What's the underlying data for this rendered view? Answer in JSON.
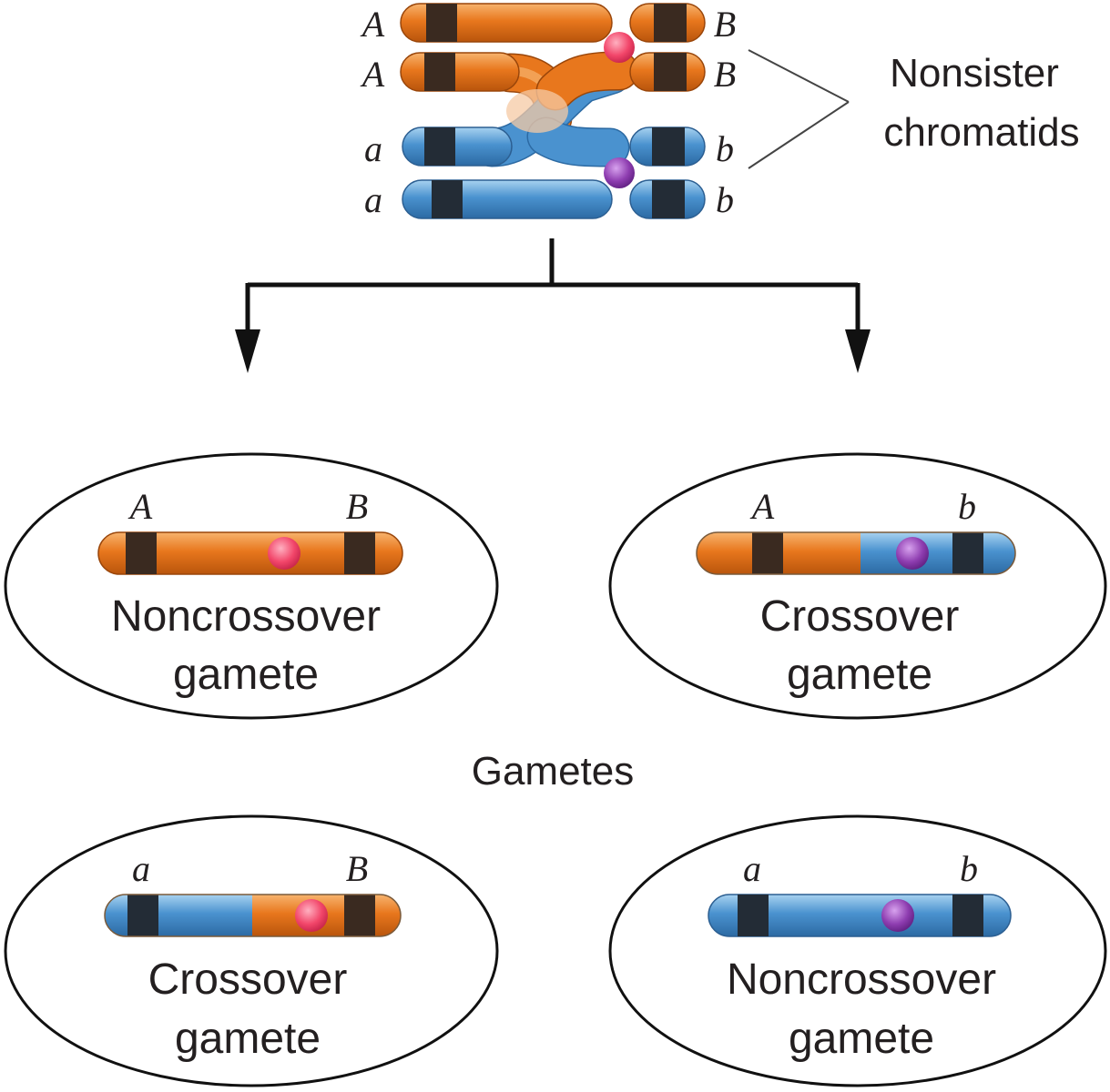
{
  "top_alleles": {
    "left": [
      "A",
      "A",
      "a",
      "a"
    ],
    "right": [
      "B",
      "B",
      "b",
      "b"
    ]
  },
  "nonsister_label": {
    "line1": "Nonsister",
    "line2": "chromatids"
  },
  "gametes_label": "Gametes",
  "gametes": [
    {
      "allele_left": "A",
      "allele_right": "B",
      "line1": "Noncrossover",
      "line2": "gamete"
    },
    {
      "allele_left": "A",
      "allele_right": "b",
      "line1": "Crossover",
      "line2": "gamete"
    },
    {
      "allele_left": "a",
      "allele_right": "B",
      "line1": "Crossover",
      "line2": "gamete"
    },
    {
      "allele_left": "a",
      "allele_right": "b",
      "line1": "Noncrossover",
      "line2": "gamete"
    }
  ],
  "colors": {
    "orange": "#e8771d",
    "blue": "#4a92cf",
    "band": "#3a2a20",
    "centromere_red": "#f2466a",
    "centromere_purple": "#8e3db0"
  }
}
